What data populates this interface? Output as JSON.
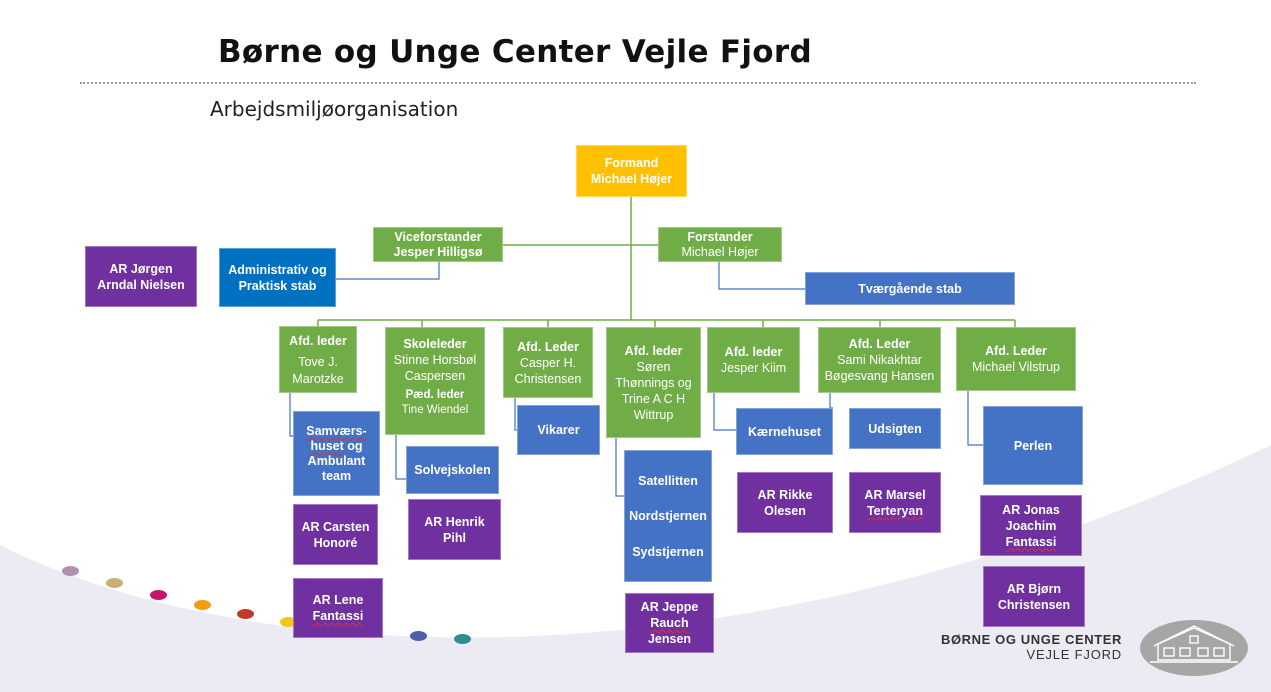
{
  "header": {
    "title": "Børne og Unge Center Vejle Fjord",
    "subtitle": "Arbejdsmiljøorganisation"
  },
  "org": {
    "formand": {
      "role": "Formand",
      "name": "Michael Højer"
    },
    "viceforstander": {
      "role": "Viceforstander",
      "name": "Jesper Hilligsø"
    },
    "forstander": {
      "role": "Forstander",
      "name": "Michael Højer"
    },
    "ar_top": "AR Jørgen Arndal Nielsen",
    "admin_stab": "Administrativ og Praktisk stab",
    "tvaer_stab": "Tværgående stab",
    "col1": {
      "role": "Afd. leder",
      "name": "Tove J. Marotzke",
      "unit_l1": "Samværs-",
      "unit_l2": "huset",
      "unit_l3": "og",
      "unit_l4": "Ambulant team",
      "ar1": "AR Carsten Honoré",
      "ar2_l1": "AR  Lene",
      "ar2_l2": "Fantassi"
    },
    "col2": {
      "role": "Skoleleder",
      "name": "Stinne Horsbøl Caspersen",
      "sub_role": "Pæd. leder",
      "sub_name": "Tine Wiendel",
      "unit": "Solvejskolen",
      "ar": "AR Henrik Pihl"
    },
    "col3": {
      "role": "Afd. Leder",
      "name": "Casper H. Christensen",
      "unit": "Vikarer"
    },
    "col4": {
      "role": "Afd. leder",
      "name": "Søren Thønnings og Trine A C H Wittrup",
      "units": [
        "Satellitten",
        "Nordstjernen",
        "Sydstjernen"
      ],
      "ar_l1": "AR  Jeppe",
      "ar_l2a": "Rauch",
      "ar_l2b": "Jensen"
    },
    "col5": {
      "role": "Afd. leder",
      "name": "Jesper Kiim",
      "unit": "Kærnehuset",
      "ar": "AR  Rikke Olesen"
    },
    "col6": {
      "role": "Afd. Leder",
      "name": "Sami Nikakhtar Bøgesvang Hansen",
      "unit": "Udsigten",
      "ar_l1": "AR  Marsel",
      "ar_l2": "Terteryan"
    },
    "col7": {
      "role": "Afd. Leder",
      "name": "Michael Vilstrup",
      "unit": "Perlen",
      "ar1_l1": "AR  Jonas",
      "ar1_l2a": "Joachim",
      "ar1_l2b": "Fantassi",
      "ar2": "AR  Bjørn Christensen"
    }
  },
  "logo": {
    "line1": "BØRNE OG UNGE CENTER",
    "line2": "VEJLE FJORD"
  },
  "colors": {
    "green": "#70ad47",
    "blue": "#4472c4",
    "purple": "#7030a0",
    "gold": "#ffc000",
    "background_curve": "#ecebf3"
  }
}
